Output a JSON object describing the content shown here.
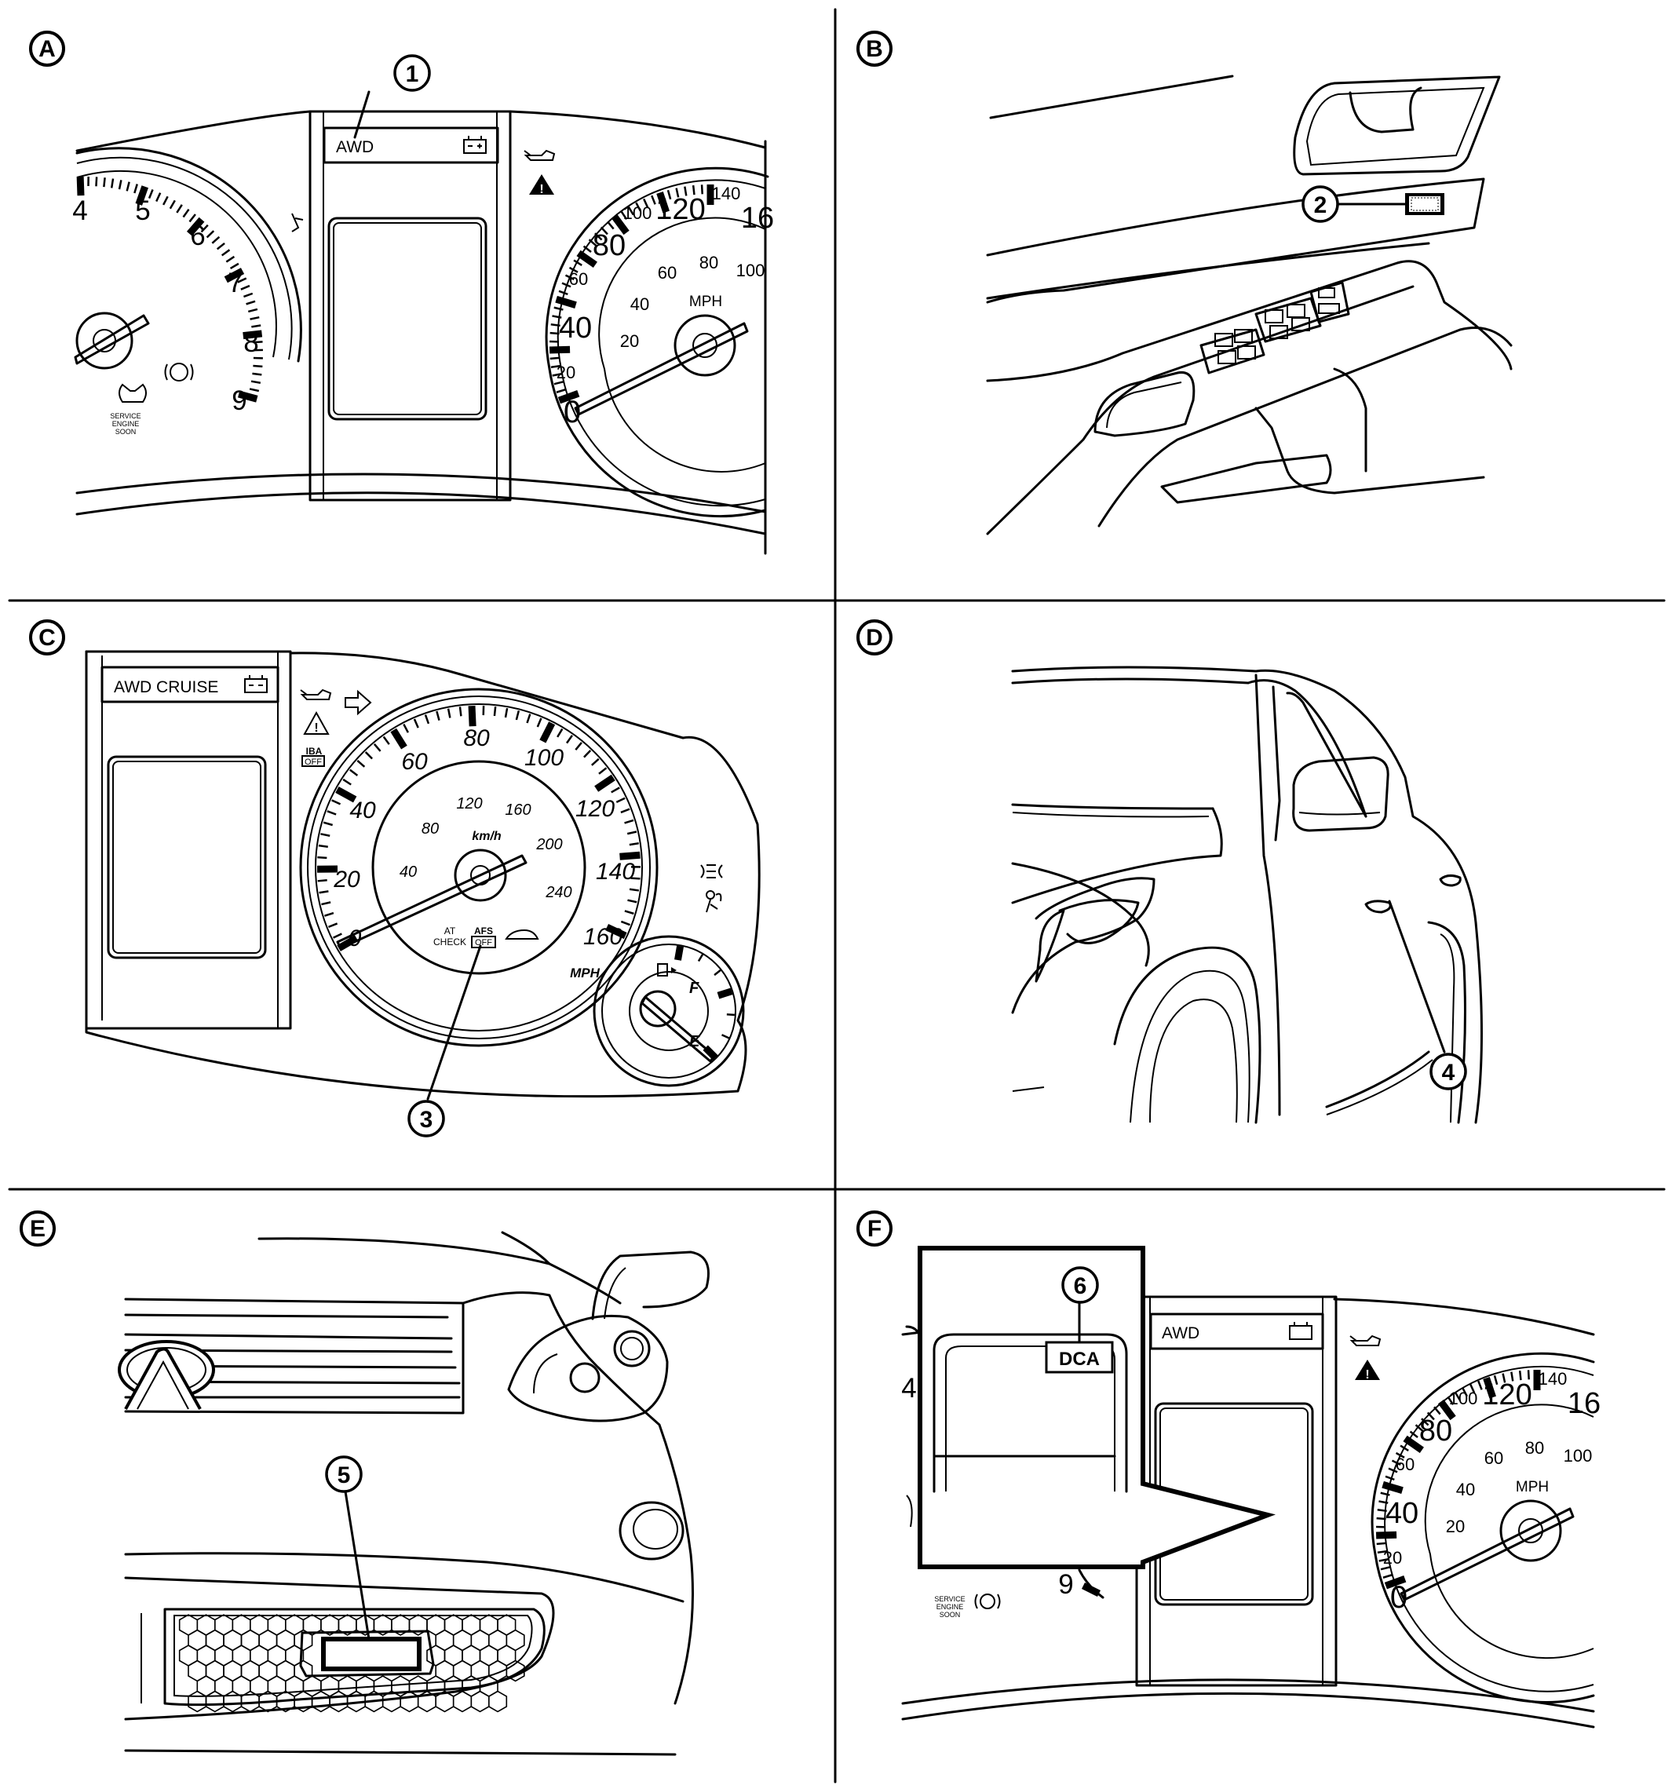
{
  "panels": [
    {
      "id": "A",
      "letter": "A"
    },
    {
      "id": "B",
      "letter": "B"
    },
    {
      "id": "C",
      "letter": "C"
    },
    {
      "id": "D",
      "letter": "D"
    },
    {
      "id": "E",
      "letter": "E"
    },
    {
      "id": "F",
      "letter": "F"
    }
  ],
  "callouts": [
    "1",
    "2",
    "3",
    "4",
    "5",
    "6"
  ],
  "panelA": {
    "display_label": "AWD",
    "tach_numbers": [
      "4",
      "5",
      "6",
      "7",
      "8",
      "9"
    ],
    "speedo_outer": [
      "40",
      "60",
      "80",
      "100",
      "120",
      "140",
      "16"
    ],
    "speedo_inner": [
      "20",
      "40",
      "60",
      "80",
      "100"
    ],
    "speedo_zero": "0",
    "speedo_inner_small": "20",
    "unit": "MPH",
    "service_l1": "SERVICE",
    "service_l2": "ENGINE",
    "service_l3": "SOON"
  },
  "panelC": {
    "display_label": "AWD  CRUISE",
    "outer_numbers": [
      "20",
      "40",
      "60",
      "80",
      "100",
      "120",
      "140",
      "160"
    ],
    "inner_numbers": [
      "40",
      "80",
      "120",
      "160",
      "200",
      "240"
    ],
    "zero": "0",
    "inner_unit": "km/h",
    "outer_unit": "MPH",
    "at_check_1": "AT",
    "at_check_2": "CHECK",
    "afs_1": "AFS",
    "afs_2": "OFF",
    "iba_1": "IBA",
    "iba_2": "OFF",
    "fuel_full": "F",
    "fuel_empty": "E"
  },
  "panelF": {
    "display_label": "AWD",
    "dca_label": "DCA",
    "tach_numbers": [
      "4",
      "9"
    ],
    "speedo_outer": [
      "40",
      "60",
      "80",
      "100",
      "120",
      "140",
      "16"
    ],
    "speedo_inner": [
      "20",
      "40",
      "60",
      "80",
      "100"
    ],
    "speedo_zero": "0",
    "speedo_inner_small": "20",
    "unit": "MPH",
    "service_l1": "SERVICE",
    "service_l2": "ENGINE",
    "service_l3": "SOON"
  }
}
